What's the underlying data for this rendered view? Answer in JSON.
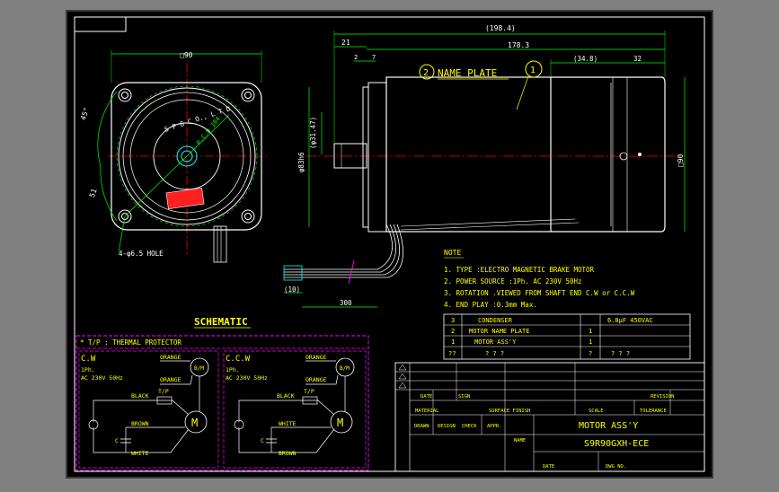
{
  "dims": {
    "overall": "(198.4)",
    "body_len": "178.3",
    "shaft": "21",
    "d2": "2",
    "d7": "7",
    "d34": "(34.8)",
    "d32": "32",
    "square_left": "□90",
    "square_right": "□90",
    "d45": "45°",
    "d51": "51",
    "phi1": "(φ31.47)",
    "phi2": "φ83h6",
    "lead_len": "300",
    "lead_tip": "(10)",
    "hole_note": "4-φ6.5 HOLE",
    "pcd": "P.C.D 104",
    "brand_ring": "S P G   C O.,  L T D"
  },
  "balloons": {
    "b1": "1",
    "b2": "2",
    "name_plate": "NAME PLATE"
  },
  "notes": {
    "title": "NOTE",
    "items": [
      "1. TYPE :ELECTRO MAGNETIC BRAKE MOTOR",
      "2. POWER SOURCE :1Ph. AC 230V 50Hz",
      "3. ROTATION .VIEWED FROM SHAFT END C.W or C.C.W",
      "4. END PLAY :0.3mm Max."
    ]
  },
  "bom": {
    "rows": [
      {
        "no": "3",
        "name": "CONDENSER",
        "qty": "",
        "spec": "6.8μF 450VAC"
      },
      {
        "no": "2",
        "name": "MOTOR NAME PLATE",
        "qty": "1",
        "spec": ""
      },
      {
        "no": "1",
        "name": "MOTOR ASS'Y",
        "qty": "1",
        "spec": ""
      },
      {
        "no": "??",
        "name": "?    ?    ?",
        "qty": "?",
        "spec": "?    ?    ?"
      }
    ]
  },
  "schematic": {
    "title": "SCHEMATIC",
    "protector": "* T/P : THERMAL PROTECTOR",
    "cw": {
      "title": "C.W",
      "ph": "1Ph.",
      "ac": "AC 230V 50Hz",
      "orange1": "ORANGE",
      "orange2": "ORANGE",
      "black": "BLACK",
      "tp": "T/P",
      "brown": "BROWN",
      "white": "WHITE",
      "c": "C",
      "bm": "B/M",
      "m": "M"
    },
    "ccw": {
      "title": "C.C.W",
      "ph": "1Ph.",
      "ac": "AC 230V 50Hz",
      "orange1": "ORANGE",
      "orange2": "ORANGE",
      "black": "BLACK",
      "tp": "T/P",
      "white": "WHITE",
      "brown": "BROWN",
      "c": "C",
      "bm": "B/M",
      "m": "M"
    }
  },
  "titleblock": {
    "date": "DATE",
    "sign": "SIGN",
    "revision": "REVISION",
    "material": "MATERIAL",
    "surface": "SURFACE FINISH",
    "scale": "SCALE",
    "tolerance": "TOLERANCE",
    "drawn": "DRAWN",
    "design": "DESIGN",
    "check": "CHECK",
    "appr": "APPR.",
    "name": "NAME",
    "title": "MOTOR ASS'Y",
    "model": "S9R90GXH-ECE",
    "date2": "DATE",
    "dwg": "DWG NO."
  },
  "colors": {
    "background": "#000000",
    "outline": "#ffffff",
    "dimension": "#00ff00",
    "center": "#ff0000",
    "schematic": "#ff00ff",
    "text_yellow": "#ffff00",
    "cyan": "#00ffff"
  }
}
